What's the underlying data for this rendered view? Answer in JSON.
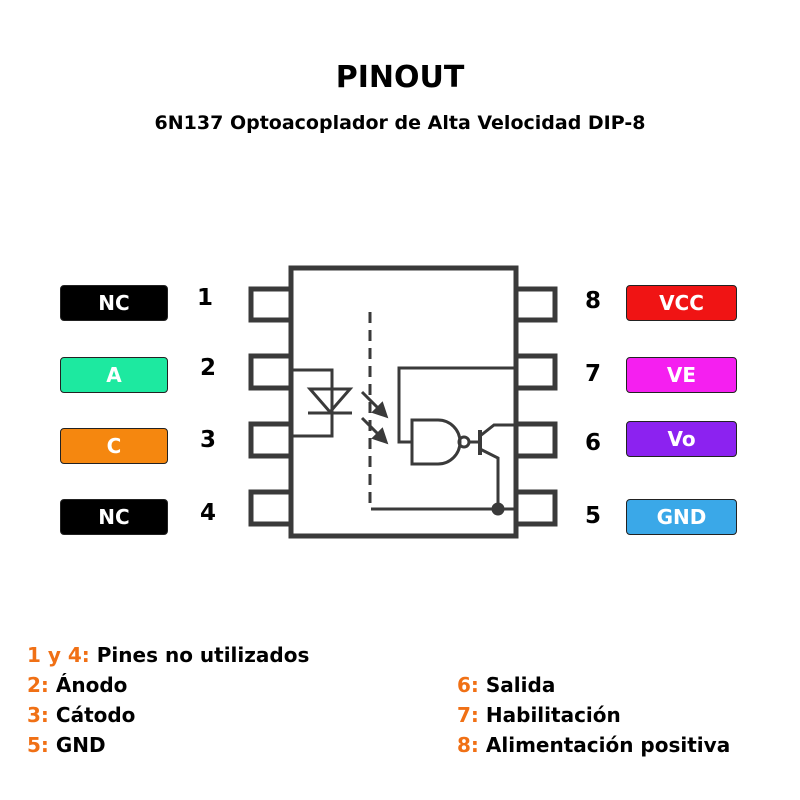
{
  "title": "PINOUT",
  "subtitle": "6N137 Optoacoplador de Alta Velocidad DIP-8",
  "left_pins": [
    {
      "num": "1",
      "label": "NC",
      "color": "#000000",
      "text_color": "#ffffff"
    },
    {
      "num": "2",
      "label": "A",
      "color": "#1de9a0",
      "text_color": "#ffffff"
    },
    {
      "num": "3",
      "label": "C",
      "color": "#f5870f",
      "text_color": "#ffffff"
    },
    {
      "num": "4",
      "label": "NC",
      "color": "#000000",
      "text_color": "#ffffff"
    }
  ],
  "right_pins": [
    {
      "num": "8",
      "label": "VCC",
      "color": "#f01414",
      "text_color": "#ffffff"
    },
    {
      "num": "7",
      "label": "VE",
      "color": "#f51ff0",
      "text_color": "#ffffff"
    },
    {
      "num": "6",
      "label": "Vo",
      "color": "#8c22f0",
      "text_color": "#ffffff"
    },
    {
      "num": "5",
      "label": "GND",
      "color": "#3aa8e8",
      "text_color": "#ffffff"
    }
  ],
  "legend": [
    {
      "key": "1 y 4:",
      "text": "Pines no utilizados"
    },
    {
      "key": "2:",
      "text": "Ánodo"
    },
    {
      "key": "3:",
      "text": "Cátodo"
    },
    {
      "key": "5:",
      "text": "GND"
    },
    {
      "key": "6:",
      "text": "Salida"
    },
    {
      "key": "7:",
      "text": "Habilitación"
    },
    {
      "key": "8:",
      "text": "Alimentación positiva"
    }
  ],
  "colors": {
    "accent": "#f07015",
    "chip_stroke": "#3a3a3a"
  }
}
